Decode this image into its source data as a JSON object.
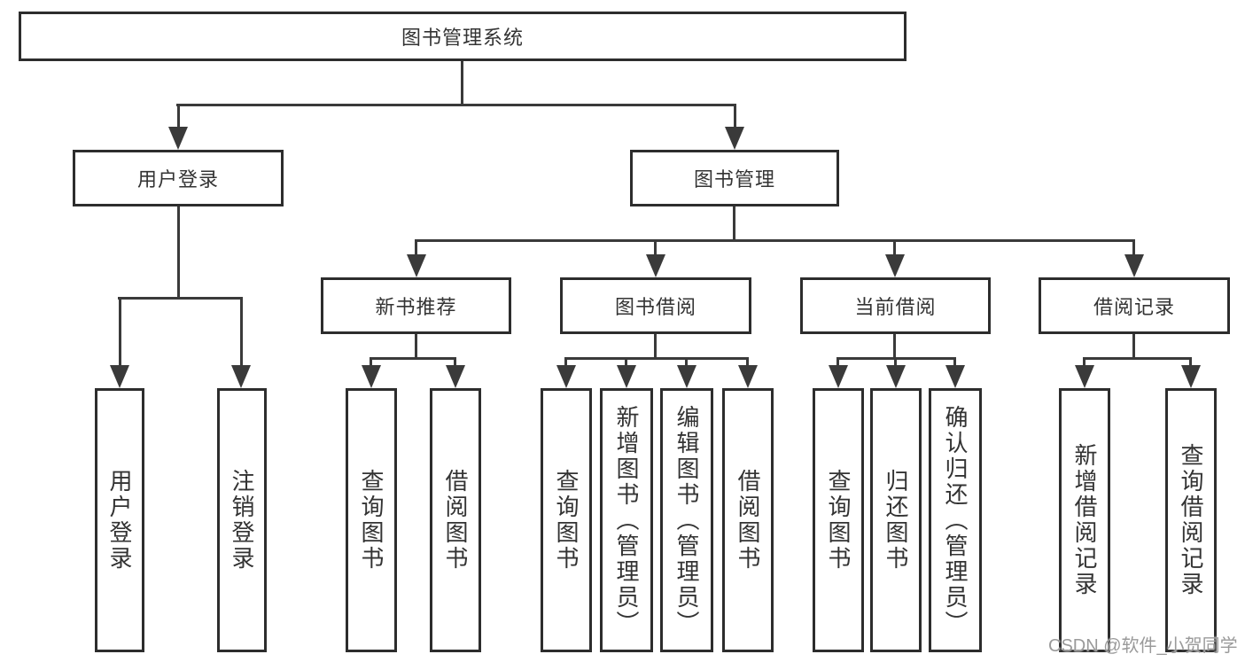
{
  "page": {
    "background": "#ffffff"
  },
  "colors": {
    "line": "#3a3a3a",
    "box_border": "#2d2d2d",
    "text": "#333333",
    "watermark": "#9a9a9a"
  },
  "watermark": {
    "text": "CSDN @软件_小贺同学"
  },
  "tree": {
    "label": "图书管理系统",
    "children": [
      {
        "label": "用户登录",
        "children": [
          {
            "label": "用户登录"
          },
          {
            "label": "注销登录"
          }
        ]
      },
      {
        "label": "图书管理",
        "children": [
          {
            "label": "新书推荐",
            "children": [
              {
                "label": "查询图书"
              },
              {
                "label": "借阅图书"
              }
            ]
          },
          {
            "label": "图书借阅",
            "children": [
              {
                "label": "查询图书"
              },
              {
                "label": "新增图书（管理员）"
              },
              {
                "label": "编辑图书（管理员）"
              },
              {
                "label": "借阅图书"
              }
            ]
          },
          {
            "label": "当前借阅",
            "children": [
              {
                "label": "查询图书"
              },
              {
                "label": "归还图书"
              },
              {
                "label": "确认归还（管理员）"
              }
            ]
          },
          {
            "label": "借阅记录",
            "children": [
              {
                "label": "新增借阅记录"
              },
              {
                "label": "查询借阅记录"
              }
            ]
          }
        ]
      }
    ]
  }
}
